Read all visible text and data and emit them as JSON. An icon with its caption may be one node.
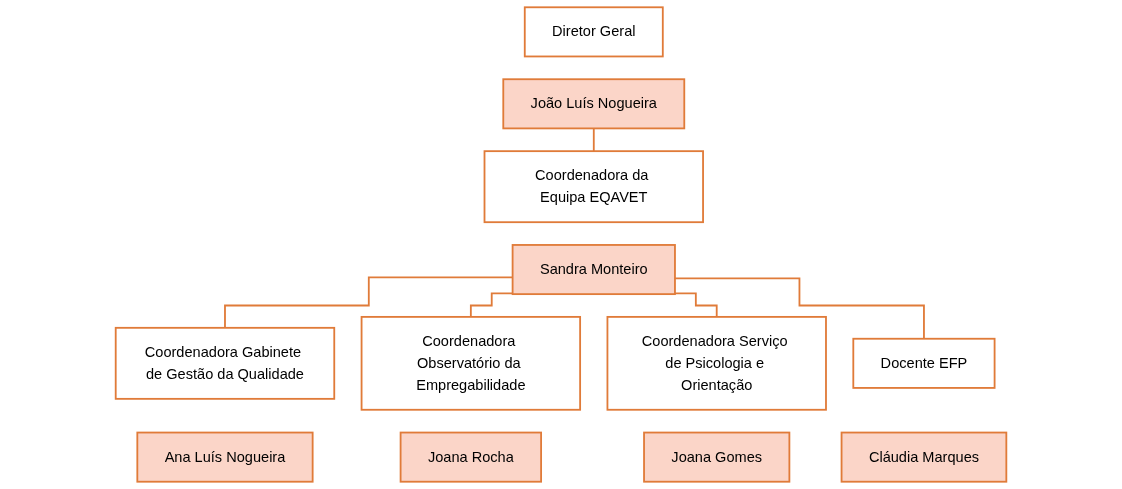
{
  "diagram": {
    "nodes": [
      {
        "text": [
          "Diretor Geral"
        ]
      },
      {
        "text": [
          "João Luís Nogueira"
        ]
      },
      {
        "text": [
          "Coordenadora da Equipa EQAVET"
        ]
      },
      {
        "text": [
          "Sandra Monteiro"
        ]
      },
      {
        "text": [
          "Coordenadora Gabinete de Gestão da Qualidade"
        ]
      },
      {
        "text": [
          "Ana Luís Nogueira"
        ]
      },
      {
        "text": [
          "Coordenadora Observatório da Empregabilidade"
        ]
      },
      {
        "text": [
          "Joana Rocha"
        ]
      },
      {
        "text": [
          "Coordenadora Serviço de Psicologia e Orientação"
        ]
      },
      {
        "text": [
          "Joana Gomes"
        ]
      },
      {
        "text": [
          "Docente EFP"
        ]
      },
      {
        "text": [
          "Cláudia Marques"
        ]
      }
    ],
    "edges": [
      {
        "from": 1,
        "to": 2,
        "arrow": "none"
      },
      {
        "from": 3,
        "to": 4,
        "arrow": "none"
      },
      {
        "from": 3,
        "to": 6,
        "arrow": "none"
      },
      {
        "from": 3,
        "to": 8,
        "arrow": "none"
      },
      {
        "from": 3,
        "to": 10,
        "arrow": "none"
      }
    ]
  }
}
